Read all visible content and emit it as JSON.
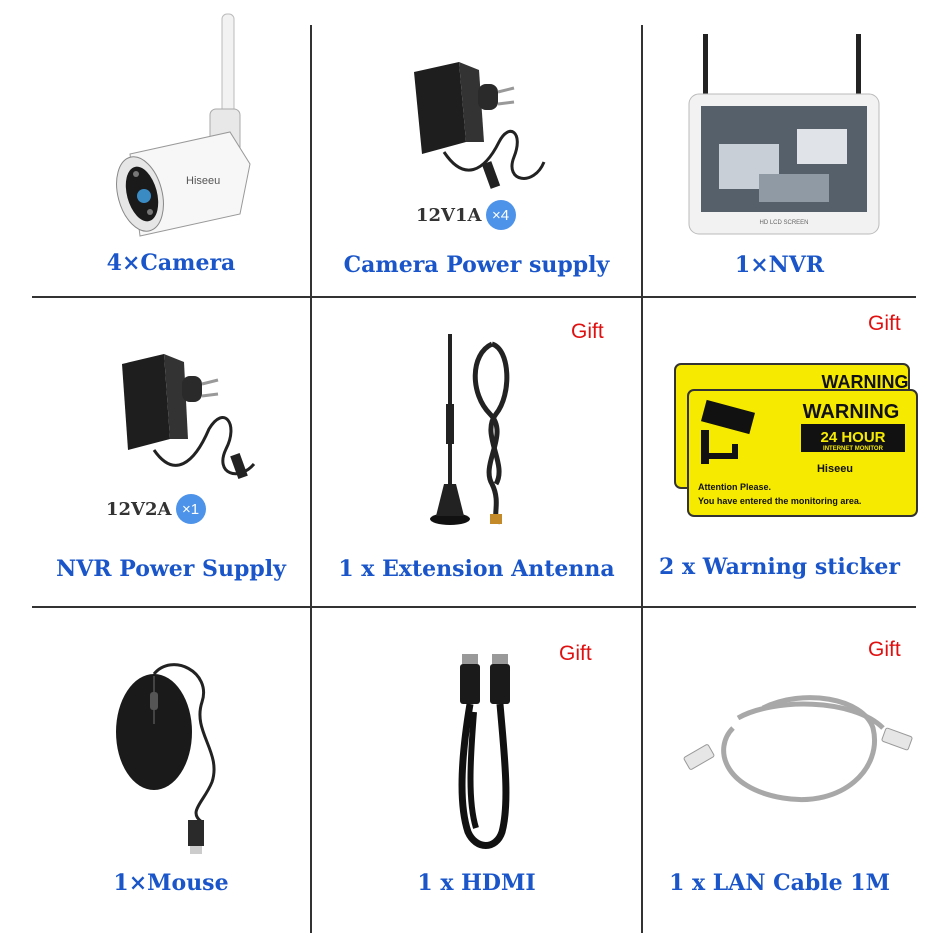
{
  "items": [
    {
      "label": "4×Camera",
      "icon": "security-camera-icon"
    },
    {
      "label": "Camera Power supply",
      "qty_text": "12V1A",
      "qty_badge": "×4",
      "icon": "power-adapter-icon"
    },
    {
      "label": "1×NVR",
      "icon": "nvr-monitor-icon",
      "screen_text": "HD LCD SCREEN"
    },
    {
      "label": "NVR Power Supply",
      "qty_text": "12V2A",
      "qty_badge": "×1",
      "icon": "power-adapter-icon"
    },
    {
      "label": "1 x Extension Antenna",
      "gift": "Gift",
      "icon": "antenna-icon"
    },
    {
      "label": "2 x Warning sticker",
      "gift": "Gift",
      "icon": "warning-sticker-icon",
      "sticker": {
        "title": "WARNING",
        "hours": "24 HOUR",
        "sub": "INTERNET MONITOR",
        "brand": "Hiseeu",
        "attention": "Attention Please.",
        "notice": "You have entered the monitoring area."
      }
    },
    {
      "label": "1×Mouse",
      "icon": "mouse-icon"
    },
    {
      "label": "1 x HDMI",
      "gift": "Gift",
      "icon": "hdmi-cable-icon"
    },
    {
      "label": "1 x LAN Cable 1M",
      "gift": "Gift",
      "icon": "lan-cable-icon"
    }
  ],
  "camera_brand": "Hiseeu",
  "colors": {
    "label": "#1a56c9",
    "gift": "#e01010",
    "badge": "#4e93ea",
    "sticker": "#f5ea00",
    "lines": "#333333"
  }
}
